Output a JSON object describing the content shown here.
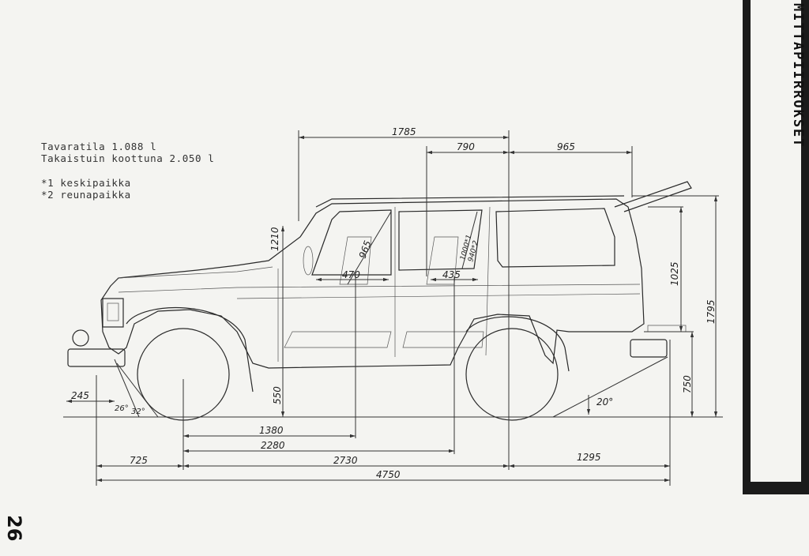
{
  "notes": {
    "line1": "Tavaratila 1.088 l",
    "line2": "Takaistuin koottuna 2.050 l",
    "line3": "*1 keskipaikka",
    "line4": "*2 reunapaikka"
  },
  "side_tab": {
    "title": "MITTAPIIRROKSET"
  },
  "page_number": "26",
  "dimensions": {
    "top_overall": "1785",
    "top_mid": "790",
    "top_rear": "965",
    "overall_length": "4750",
    "front_overhang": "725",
    "wheelbase": "2730",
    "rear_overhang": "1295",
    "d1380": "1380",
    "d2280": "2280",
    "front_offset": "245",
    "ground_550": "550",
    "height_overall": "1795",
    "height_750": "750",
    "height_1025": "1025",
    "height_1210": "1210",
    "seat_470": "470",
    "seat_435": "435",
    "diag_965": "965",
    "angle_front_a": "26°",
    "angle_front_b": "32°",
    "angle_rear": "20°",
    "cargo_1000": "1000*1",
    "cargo_940": "940*2"
  }
}
